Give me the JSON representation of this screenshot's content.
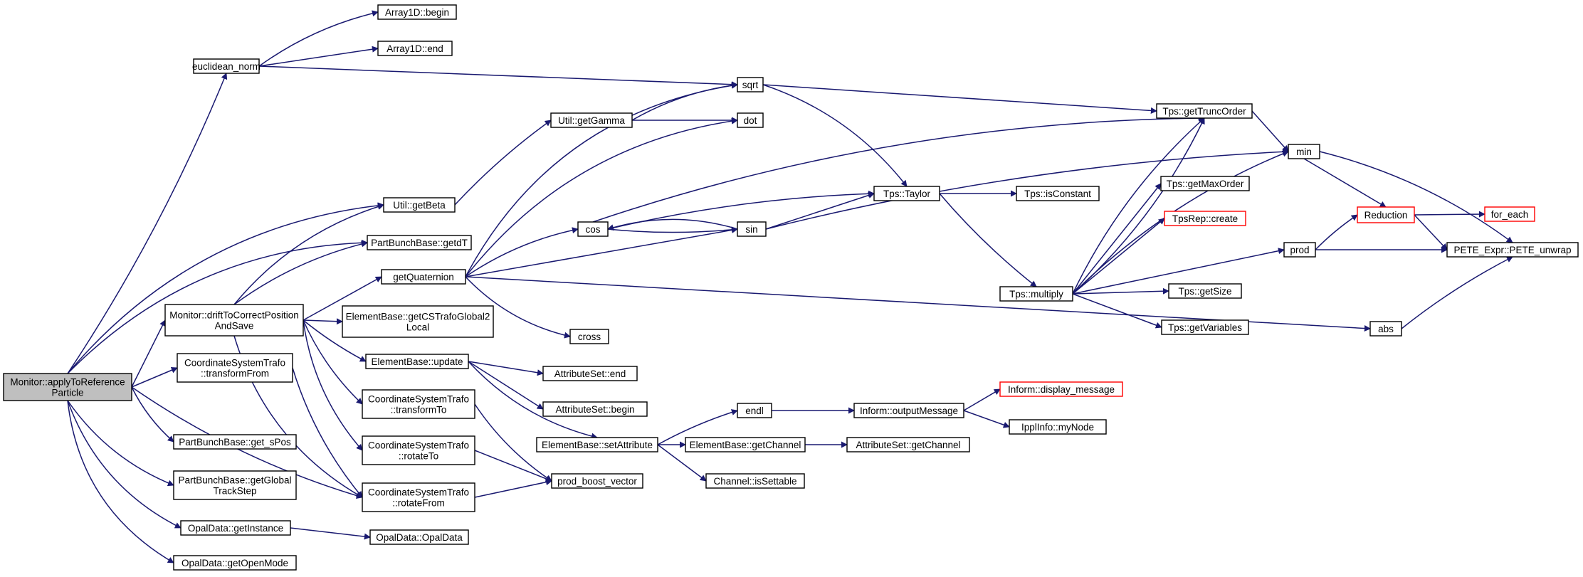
{
  "colors": {
    "edge": "#191970",
    "node_border": "#000000",
    "truncated_border": "#ff0000",
    "root_fill": "#bfbfbf",
    "node_fill": "#ffffff"
  },
  "nodes": [
    {
      "id": "applyToReferenceParticle",
      "lines": [
        "Monitor::applyToReference",
        "Particle"
      ],
      "root": true
    },
    {
      "id": "euclidean_norm",
      "lines": [
        "euclidean_norm"
      ]
    },
    {
      "id": "array1d_begin",
      "lines": [
        "Array1D::begin"
      ]
    },
    {
      "id": "array1d_end",
      "lines": [
        "Array1D::end"
      ]
    },
    {
      "id": "sqrt",
      "lines": [
        "sqrt"
      ]
    },
    {
      "id": "util_getGamma",
      "lines": [
        "Util::getGamma"
      ]
    },
    {
      "id": "dot",
      "lines": [
        "dot"
      ]
    },
    {
      "id": "tps_getTruncOrder",
      "lines": [
        "Tps::getTruncOrder"
      ]
    },
    {
      "id": "min",
      "lines": [
        "min"
      ]
    },
    {
      "id": "util_getBeta",
      "lines": [
        "Util::getBeta"
      ]
    },
    {
      "id": "partbunch_getdT",
      "lines": [
        "PartBunchBase::getdT"
      ]
    },
    {
      "id": "cos",
      "lines": [
        "cos"
      ]
    },
    {
      "id": "sin",
      "lines": [
        "sin"
      ]
    },
    {
      "id": "tps_taylor",
      "lines": [
        "Tps::Taylor"
      ]
    },
    {
      "id": "tps_isConstant",
      "lines": [
        "Tps::isConstant"
      ]
    },
    {
      "id": "tps_getMaxOrder",
      "lines": [
        "Tps::getMaxOrder"
      ]
    },
    {
      "id": "tpsrep_create",
      "lines": [
        "TpsRep::create"
      ],
      "truncated": true
    },
    {
      "id": "reduction",
      "lines": [
        "Reduction"
      ],
      "truncated": true
    },
    {
      "id": "for_each",
      "lines": [
        "for_each"
      ],
      "truncated": true
    },
    {
      "id": "pete_unwrap",
      "lines": [
        "PETE_Expr::PETE_unwrap"
      ]
    },
    {
      "id": "getQuaternion",
      "lines": [
        "getQuaternion"
      ]
    },
    {
      "id": "tps_multiply",
      "lines": [
        "Tps::multiply"
      ]
    },
    {
      "id": "prod",
      "lines": [
        "prod"
      ]
    },
    {
      "id": "driftToCorrectPosition",
      "lines": [
        "Monitor::driftToCorrectPosition",
        "AndSave"
      ]
    },
    {
      "id": "getCSTrafoGlobal2Local",
      "lines": [
        "ElementBase::getCSTrafoGlobal2",
        "Local"
      ]
    },
    {
      "id": "cross",
      "lines": [
        "cross"
      ]
    },
    {
      "id": "tps_getSize",
      "lines": [
        "Tps::getSize"
      ]
    },
    {
      "id": "tps_getVariables",
      "lines": [
        "Tps::getVariables"
      ]
    },
    {
      "id": "abs",
      "lines": [
        "abs"
      ]
    },
    {
      "id": "cst_transformFrom",
      "lines": [
        "CoordinateSystemTrafo",
        "::transformFrom"
      ]
    },
    {
      "id": "elementbase_update",
      "lines": [
        "ElementBase::update"
      ]
    },
    {
      "id": "attributeset_end",
      "lines": [
        "AttributeSet::end"
      ]
    },
    {
      "id": "inform_display_message",
      "lines": [
        "Inform::display_message"
      ],
      "truncated": true
    },
    {
      "id": "cst_transformTo",
      "lines": [
        "CoordinateSystemTrafo",
        "::transformTo"
      ]
    },
    {
      "id": "attributeset_begin",
      "lines": [
        "AttributeSet::begin"
      ]
    },
    {
      "id": "endl",
      "lines": [
        "endl"
      ]
    },
    {
      "id": "inform_outputMessage",
      "lines": [
        "Inform::outputMessage"
      ]
    },
    {
      "id": "ipplinfo_myNode",
      "lines": [
        "IpplInfo::myNode"
      ]
    },
    {
      "id": "partbunch_get_sPos",
      "lines": [
        "PartBunchBase::get_sPos"
      ]
    },
    {
      "id": "cst_rotateTo",
      "lines": [
        "CoordinateSystemTrafo",
        "::rotateTo"
      ]
    },
    {
      "id": "elementbase_setAttribute",
      "lines": [
        "ElementBase::setAttribute"
      ]
    },
    {
      "id": "elementbase_getChannel",
      "lines": [
        "ElementBase::getChannel"
      ]
    },
    {
      "id": "attributeset_getChannel",
      "lines": [
        "AttributeSet::getChannel"
      ]
    },
    {
      "id": "partbunch_getGlobalTrackStep",
      "lines": [
        "PartBunchBase::getGlobal",
        "TrackStep"
      ]
    },
    {
      "id": "channel_isSettable",
      "lines": [
        "Channel::isSettable"
      ]
    },
    {
      "id": "cst_rotateFrom",
      "lines": [
        "CoordinateSystemTrafo",
        "::rotateFrom"
      ]
    },
    {
      "id": "prod_boost_vector",
      "lines": [
        "prod_boost_vector"
      ]
    },
    {
      "id": "opaldata_getInstance",
      "lines": [
        "OpalData::getInstance"
      ]
    },
    {
      "id": "opaldata_OpalData",
      "lines": [
        "OpalData::OpalData"
      ]
    },
    {
      "id": "opaldata_getOpenMode",
      "lines": [
        "OpalData::getOpenMode"
      ]
    }
  ]
}
